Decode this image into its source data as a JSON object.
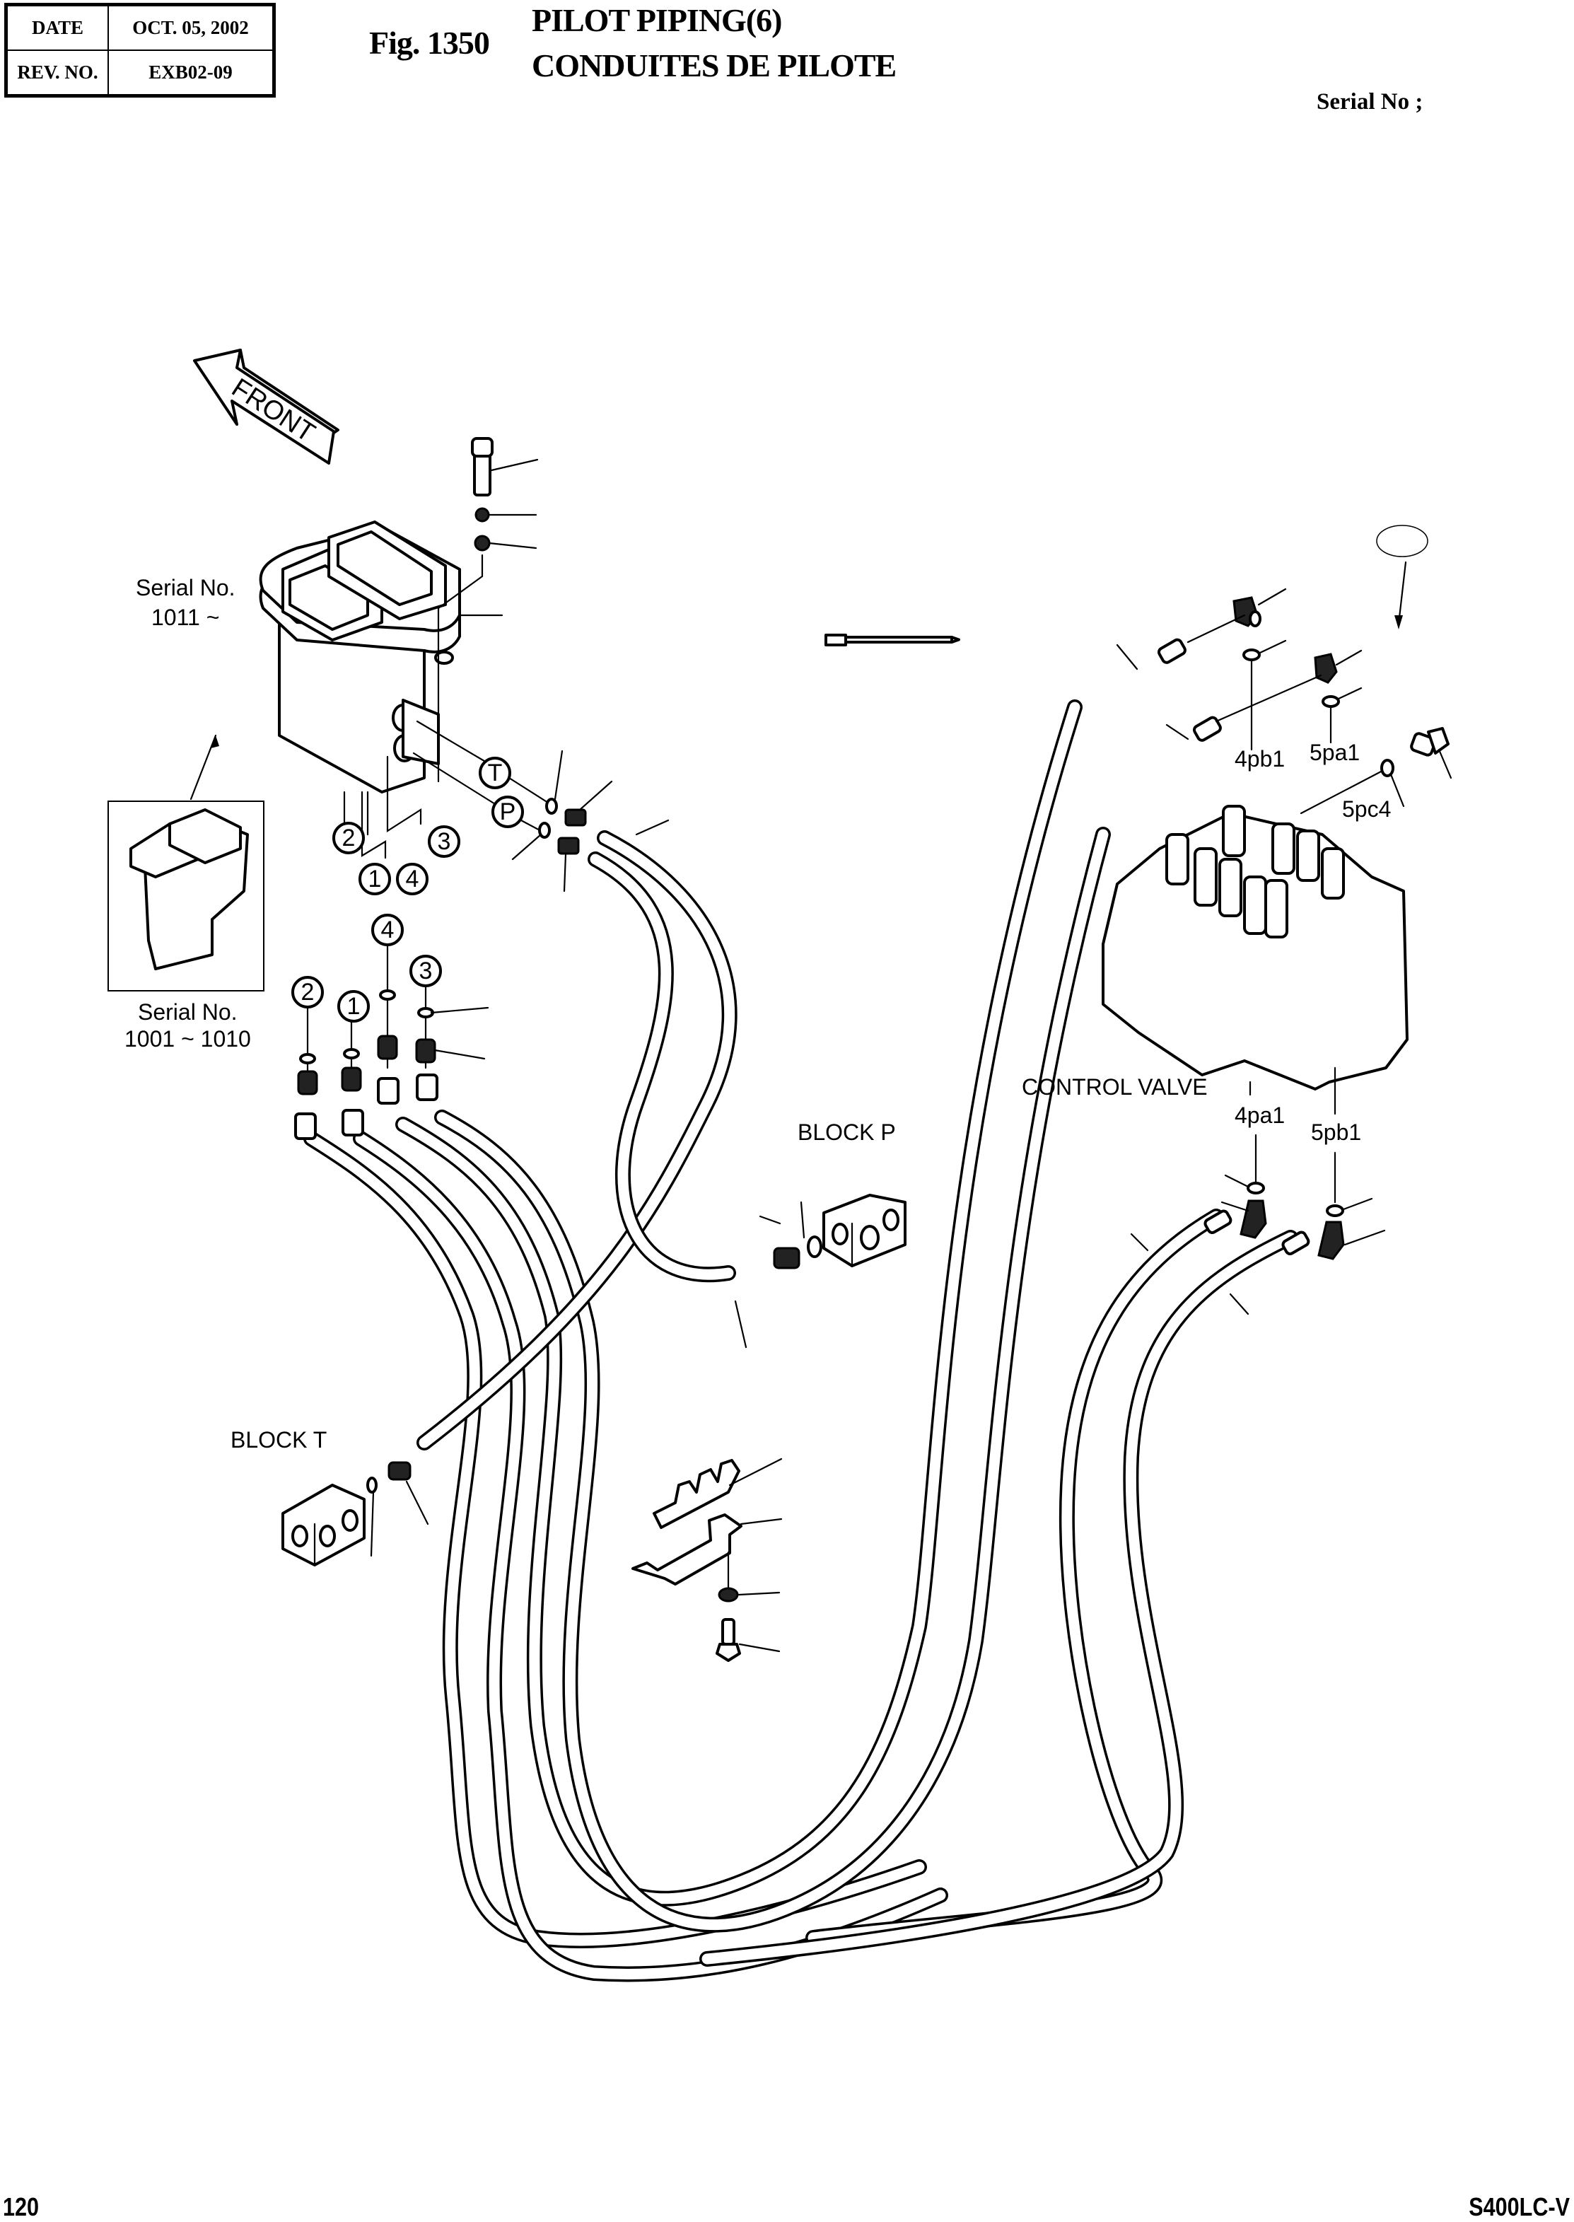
{
  "header": {
    "date_label": "DATE",
    "date_value": "OCT. 05, 2002",
    "rev_label": "REV. NO.",
    "rev_value": "EXB02-09",
    "fig_number": "Fig. 1350",
    "title_en": "PILOT PIPING(6)",
    "title_fr": "CONDUITES DE PILOTE",
    "serial_label": "Serial No ;"
  },
  "diagram": {
    "front_arrow_label": "FRONT",
    "pilot_valve_new": {
      "serial_label": "Serial No.",
      "serial_range": "1011 ~"
    },
    "pilot_valve_old": {
      "serial_label": "Serial No.",
      "serial_range": "1001 ~ 1010"
    },
    "port_callouts_valve": [
      "T",
      "P",
      "2",
      "1",
      "4",
      "3"
    ],
    "port_callouts_fittings": [
      "2",
      "1",
      "4",
      "3"
    ],
    "block_p_label": "BLOCK  P",
    "block_t_label": "BLOCK  T",
    "control_valve_label": "CONTROL VALVE",
    "port_labels": [
      "4pb1",
      "5pa1",
      "5pc4",
      "4pa1",
      "5pb1"
    ]
  },
  "footer": {
    "page_number": "120",
    "model": "S400LC-V"
  }
}
